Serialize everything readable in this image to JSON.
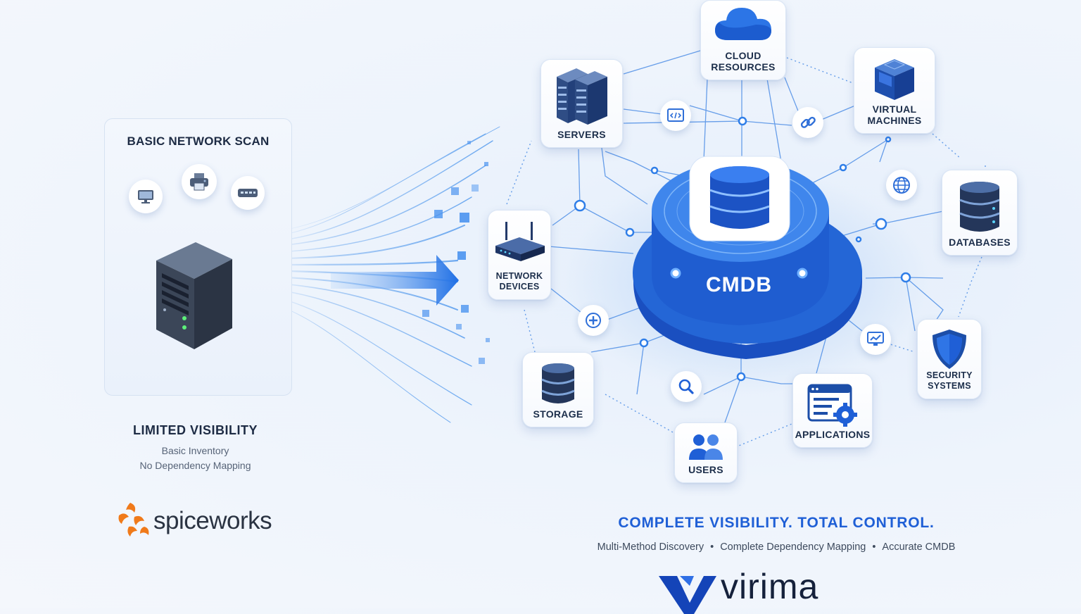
{
  "left": {
    "scan_title": "BASIC NETWORK SCAN",
    "limited_title": "LIMITED VISIBILITY",
    "limited_items": [
      "Basic Inventory",
      "No Dependency Mapping"
    ],
    "logo": "spiceworks",
    "icons": [
      "monitor-icon",
      "printer-icon",
      "switch-icon",
      "server-tower-icon"
    ]
  },
  "center": {
    "label": "CMDB"
  },
  "nodes": {
    "cloud": "CLOUD\nRESOURCES",
    "servers": "SERVERS",
    "vms": "VIRTUAL\nMACHINES",
    "databases": "DATABASES",
    "network": "NETWORK\nDEVICES",
    "storage": "STORAGE",
    "users": "USERS",
    "applications": "APPLICATIONS",
    "security": "SECURITY\nSYSTEMS"
  },
  "badges": [
    "code-icon",
    "link-icon",
    "globe-icon",
    "plus-icon",
    "monitor-chart-icon",
    "search-icon"
  ],
  "footer": {
    "headline": "COMPLETE VISIBILITY. TOTAL CONTROL.",
    "features": [
      "Multi-Method Discovery",
      "Complete Dependency Mapping",
      "Accurate CMDB"
    ],
    "logo": "virima"
  },
  "colors": {
    "accent_blue": "#1f5fd6",
    "cmdb_blue": "#1d5fd8",
    "spiceworks_orange": "#f07a1a",
    "dark_navy": "#1d2b44"
  }
}
